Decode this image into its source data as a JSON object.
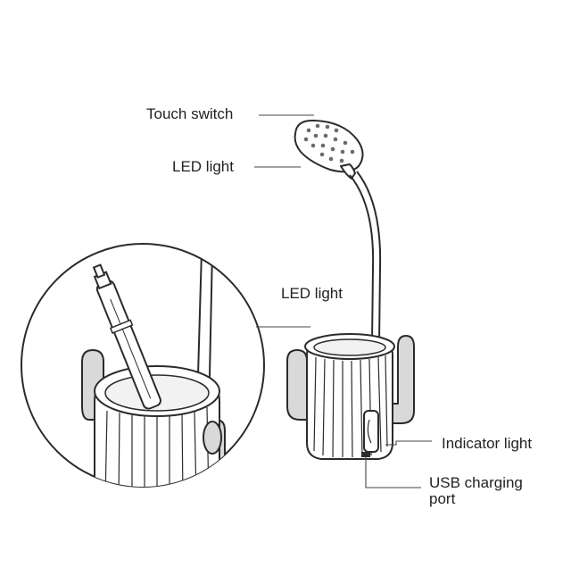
{
  "labels": {
    "touch_switch": "Touch switch",
    "led_light_head": "LED light",
    "led_light_holder": "LED light",
    "indicator_light": "Indicator light",
    "usb_line1": "USB charging",
    "usb_line2": "port"
  },
  "colors": {
    "line": "#2b2b2b",
    "background": "#ffffff",
    "text": "#222222"
  }
}
